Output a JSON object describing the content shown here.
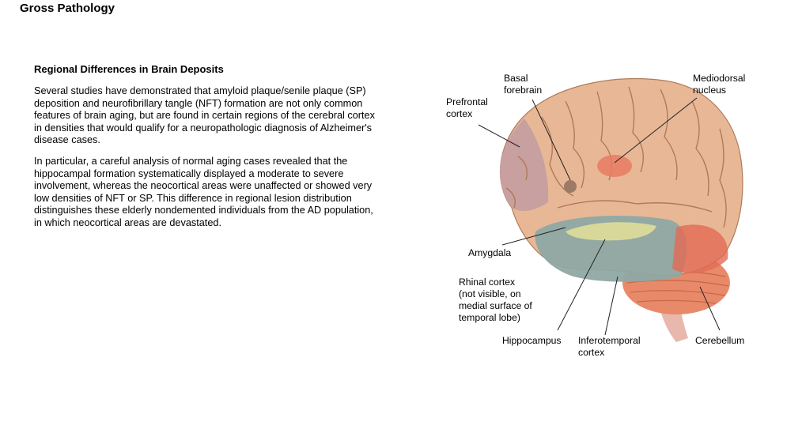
{
  "page": {
    "title": "Gross Pathology"
  },
  "section": {
    "heading": "Regional Differences in Brain Deposits",
    "paragraphs": [
      "Several studies have demonstrated that amyloid plaque/senile plaque (SP) deposition and neurofibrillary tangle (NFT) formation are not only common features of brain aging, but are found in certain regions of the cerebral cortex in densities that would qualify for a neuropathologic diagnosis of Alzheimer's disease cases.",
      "In particular, a careful analysis of normal aging cases revealed that the hippocampal formation systematically displayed a moderate to severe involvement, whereas the neocortical areas were unaffected or showed very low densities of NFT or SP. This difference in regional lesion distribution distinguishes these elderly nondemented individuals from the AD population, in which neocortical areas are devastated."
    ]
  },
  "figure": {
    "labels": {
      "basal_forebrain": "Basal\nforebrain",
      "mediodorsal_nucleus": "Mediodorsal\nnucleus",
      "prefrontal_cortex": "Prefrontal\ncortex",
      "amygdala": "Amygdala",
      "rhinal_cortex": "Rhinal cortex\n(not visible, on\nmedial surface of\ntemporal lobe)",
      "hippocampus": "Hippocampus",
      "inferotemporal_cortex": "Inferotemporal\ncortex",
      "cerebellum": "Cerebellum"
    },
    "colors": {
      "brain": "#e8b896",
      "gyri_lines": "#b07a58",
      "prefrontal": "#c8a0a0",
      "temporal": "#8fa8a4",
      "mediodorsal": "#e87a62",
      "hippocampus": "#d8d89a",
      "cerebellum": "#e88a6a",
      "brainstem": "#e0a090"
    }
  }
}
